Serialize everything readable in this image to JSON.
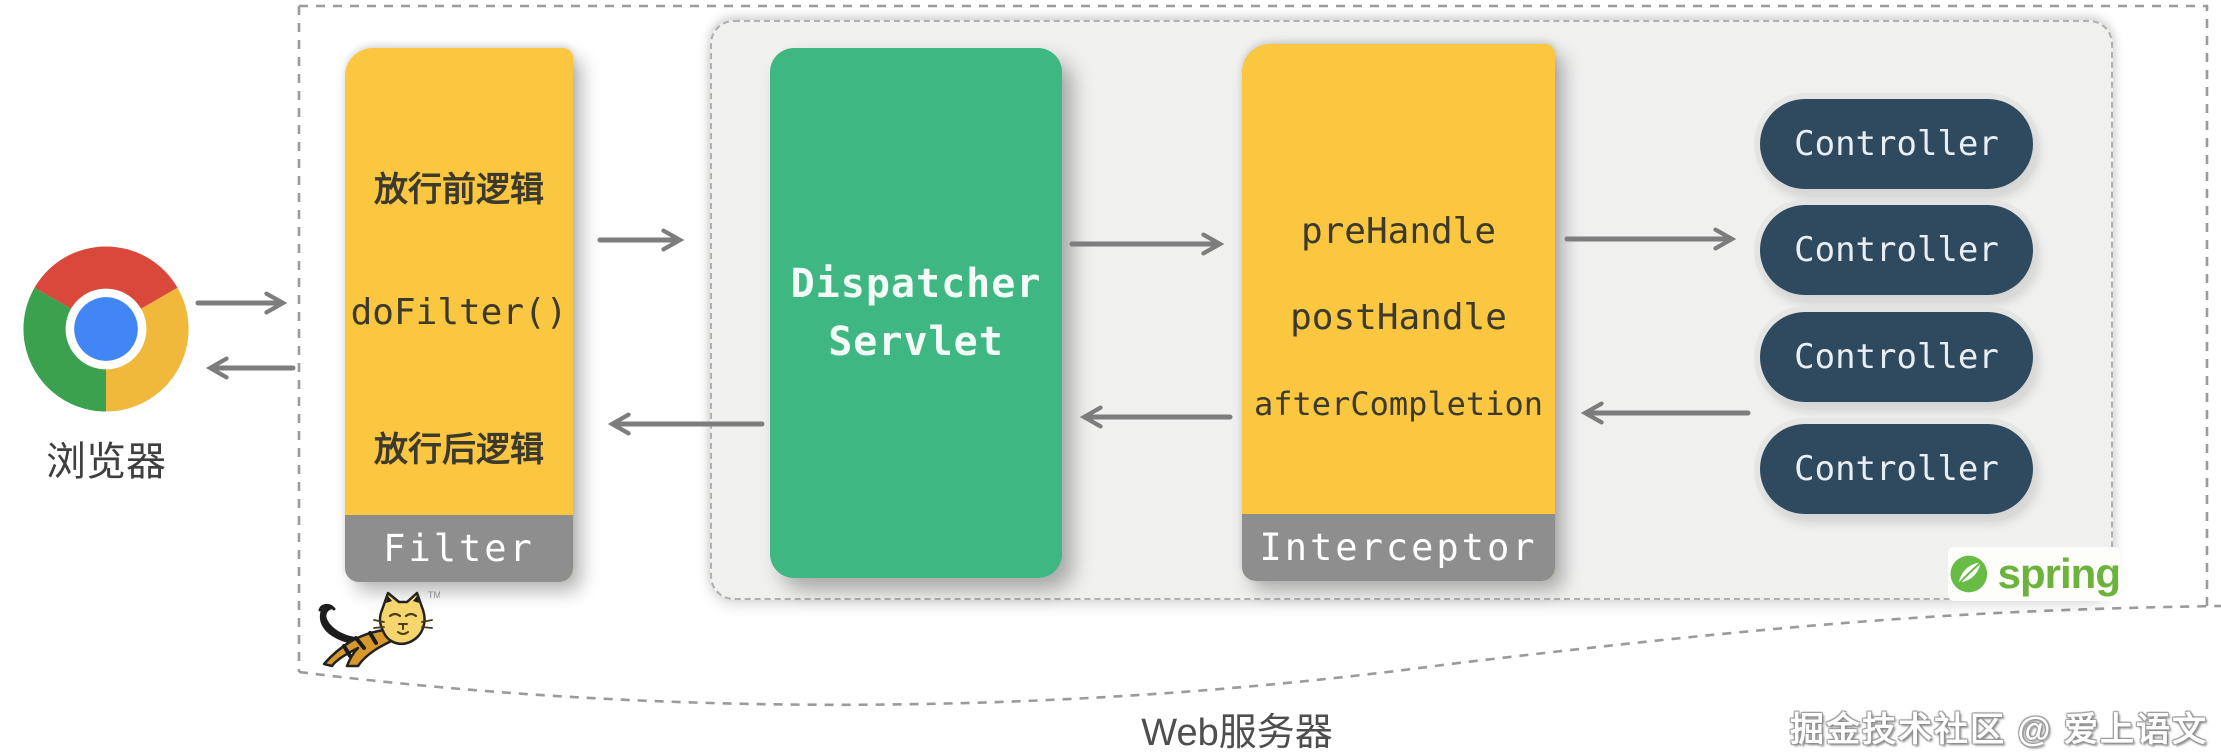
{
  "diagram": {
    "browser": {
      "label": "浏览器"
    },
    "web_server": {
      "label": "Web服务器"
    },
    "filter": {
      "title": "Filter",
      "steps": [
        "放行前逻辑",
        "doFilter()",
        "放行后逻辑"
      ]
    },
    "dispatcher": {
      "line1": "Dispatcher",
      "line2": "Servlet"
    },
    "interceptor": {
      "title": "Interceptor",
      "steps": [
        "preHandle",
        "postHandle",
        "afterCompletion"
      ]
    },
    "controllers": [
      {
        "label": "Controller"
      },
      {
        "label": "Controller"
      },
      {
        "label": "Controller"
      },
      {
        "label": "Controller"
      }
    ],
    "spring": {
      "label": "spring"
    },
    "tomcat": {
      "trademark": "TM"
    },
    "watermark": "掘金技术社区 @ 爱上语文"
  },
  "colors": {
    "box_yellow": "#FBC640",
    "box_green": "#3EB783",
    "pill_navy": "#2F4A5E",
    "footer_gray": "#8E8E8E",
    "arrow_gray": "#7D7D7D",
    "panel_bg": "#F0F0EF",
    "spring_green": "#6CB33E",
    "chrome_red": "#D9483B",
    "chrome_green": "#3BA14E",
    "chrome_yellow": "#F0B93C",
    "chrome_blue": "#4285F4"
  }
}
